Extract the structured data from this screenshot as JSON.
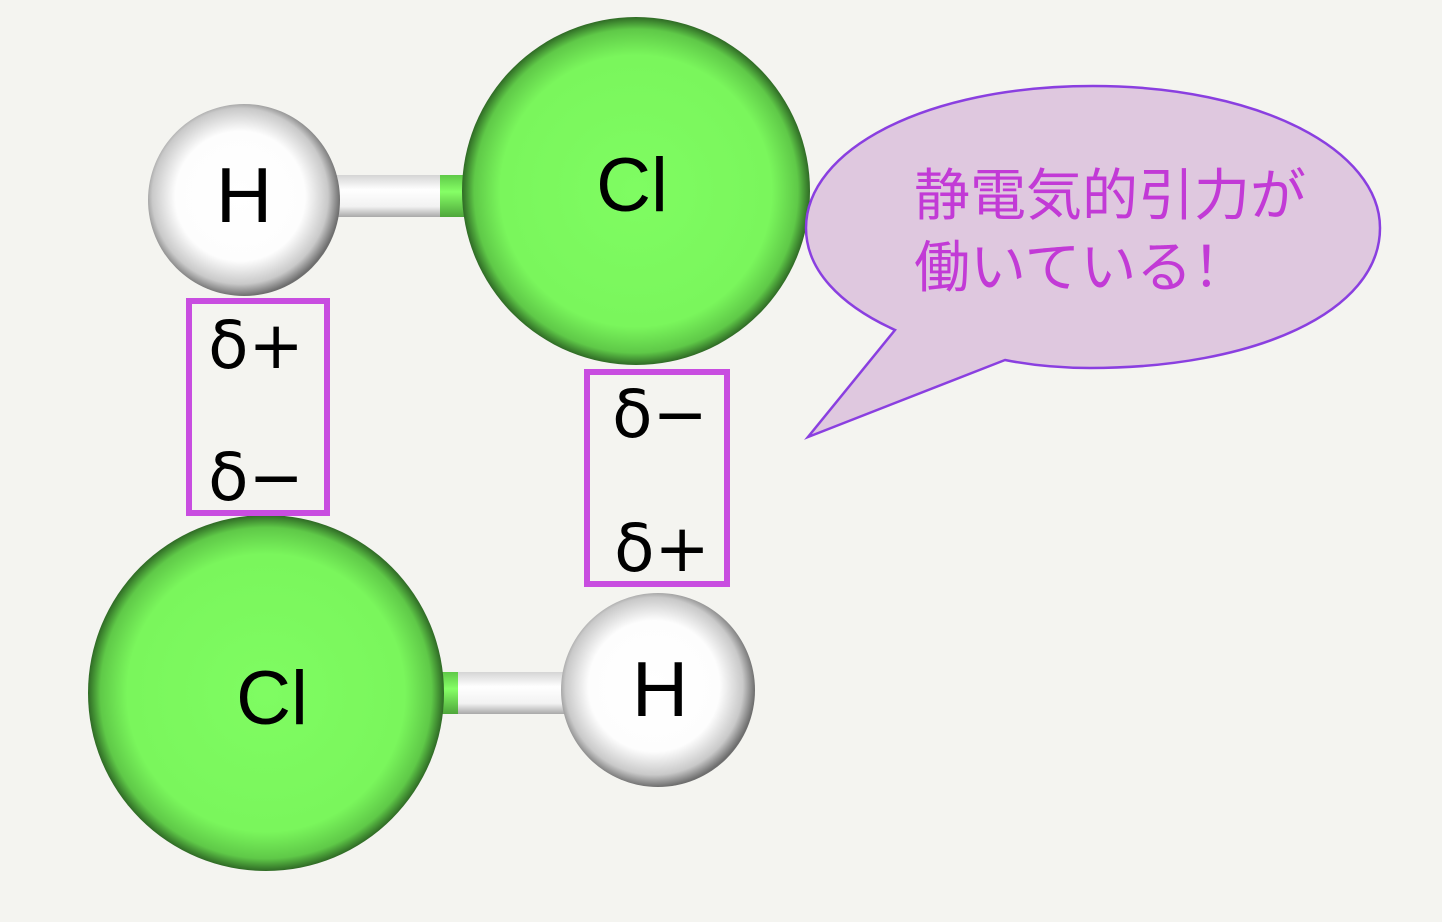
{
  "molecules": [
    {
      "name": "HCl-top",
      "hydrogen": {
        "label": "H"
      },
      "chlorine": {
        "label": "Cl"
      }
    },
    {
      "name": "HCl-bottom",
      "hydrogen": {
        "label": "H"
      },
      "chlorine": {
        "label": "Cl"
      }
    }
  ],
  "dipole_boxes": [
    {
      "top": "δ+",
      "bottom": "δ−"
    },
    {
      "top": "δ−",
      "bottom": "δ+"
    }
  ],
  "speech_bubble": {
    "line1": "静電気的引力が",
    "line2": "働いている！"
  },
  "colors": {
    "background": "#f4f4f0",
    "chlorine": "#7dfa5e",
    "hydrogen": "#ffffff",
    "box_border": "#c84de0",
    "bubble_fill": "#dfc8df",
    "bubble_stroke": "#8a3fe0",
    "bubble_text": "#c23ad6"
  }
}
